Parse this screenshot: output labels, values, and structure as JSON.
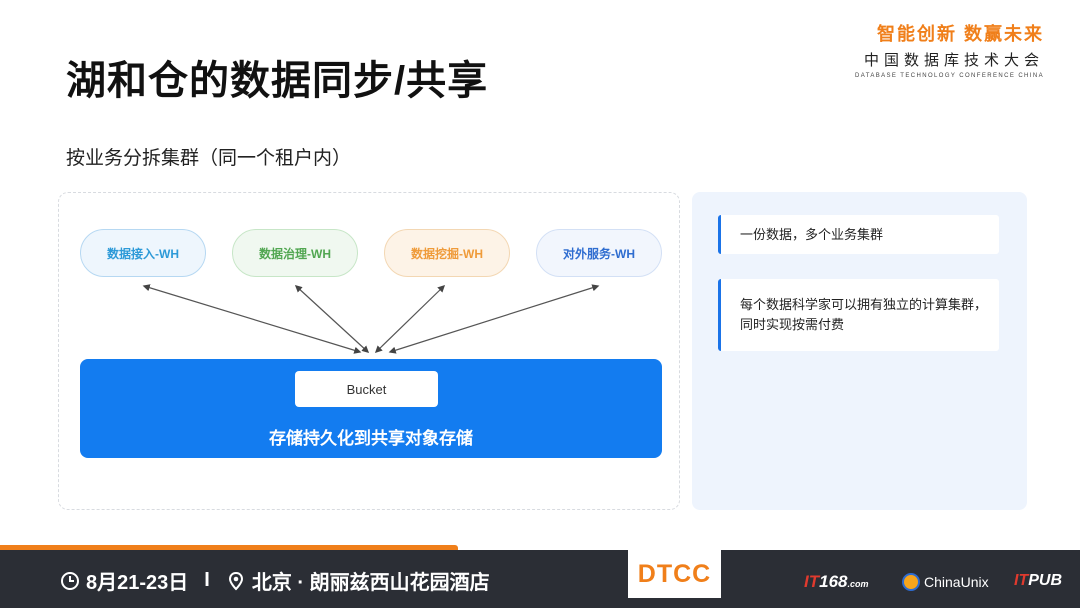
{
  "header": {
    "title": "湖和仓的数据同步/共享",
    "brand_slogan": "智能创新 数赢未来",
    "brand_name": "中国数据库技术大会",
    "brand_en": "DATABASE TECHNOLOGY CONFERENCE CHINA"
  },
  "subtitle": "按业务分拆集群（同一个租户内）",
  "diagram": {
    "warehouses": [
      {
        "label": "数据接入-WH",
        "color": "#2d9ad8"
      },
      {
        "label": "数据治理-WH",
        "color": "#52a752"
      },
      {
        "label": "数据挖掘-WH",
        "color": "#ef9b3a"
      },
      {
        "label": "对外服务-WH",
        "color": "#2f6dd0"
      }
    ],
    "bucket_label": "Bucket",
    "storage_label": "存储持久化到共享对象存储",
    "storage_color": "#137cf0"
  },
  "notes": [
    {
      "text": "一份数据，多个业务集群"
    },
    {
      "text": "每个数据科学家可以拥有独立的计算集群，同时实现按需付费"
    }
  ],
  "footer": {
    "date": "8月21-23日",
    "separator": "I",
    "venue": "北京 · 朗丽兹西山花园酒店",
    "dtcc_logo": "DTCC",
    "logo_it168_prefix": "IT",
    "logo_it168_suffix": "168",
    "logo_it168_domain": ".com",
    "logo_chinaunix": "ChinaUnix",
    "logo_itpub_prefix": "IT",
    "logo_itpub_suffix": "PUB",
    "accent_color": "#f07f1a"
  }
}
